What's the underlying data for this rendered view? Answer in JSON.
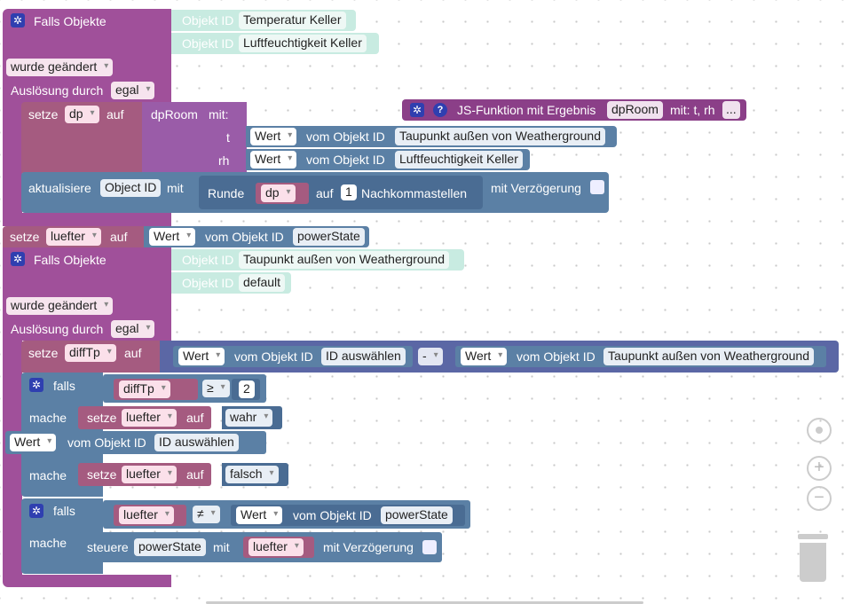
{
  "block1": {
    "header": "Falls Objekte",
    "obj_id_label": "Objekt ID",
    "object1": "Temperatur Keller",
    "object2": "Luftfeuchtigkeit Keller",
    "changed": "wurde geändert",
    "trigger_label": "Auslösung durch",
    "trigger_value": "egal",
    "set_label": "setze",
    "set_var": "dp",
    "to_label": "auf",
    "func_name": "dpRoom",
    "with_label": "mit:",
    "param_t": "t",
    "param_rh": "rh",
    "value_label": "Wert",
    "from_obj_label": "vom Objekt ID",
    "obj_t": "Taupunkt außen von Weatherground",
    "obj_rh": "Luftfeuchtigkeit Keller",
    "update_label": "aktualisiere",
    "update_obj": "Object ID",
    "with2": "mit",
    "round_label": "Runde",
    "round_var": "dp",
    "round_to": "auf",
    "round_digits": "1",
    "decimals_label": "Nachkommastellen",
    "delay_label": "mit Verzögerung"
  },
  "jsfunc": {
    "label": "JS-Funktion mit Ergebnis",
    "name": "dpRoom",
    "params": "mit: t, rh",
    "more": "..."
  },
  "top_set": {
    "set_label": "setze",
    "var": "luefter",
    "to": "auf",
    "value": "Wert",
    "from": "vom Objekt ID",
    "obj": "powerState"
  },
  "block2": {
    "header": "Falls Objekte",
    "obj_id_label": "Objekt ID",
    "object1": "Taupunkt außen von Weatherground",
    "object2": "default",
    "changed": "wurde geändert",
    "trigger_label": "Auslösung durch",
    "trigger_value": "egal",
    "set_label": "setze",
    "set_var": "diffTp",
    "to": "auf",
    "value": "Wert",
    "from": "vom Objekt ID",
    "obj_a": "ID auswählen",
    "op_minus": "-",
    "obj_b": "Taupunkt außen von Weatherground",
    "if_label": "falls",
    "cmp_var": "diffTp",
    "cmp_op": "≥",
    "cmp_num": "2",
    "do_label": "mache",
    "set_luefter": "luefter",
    "true_val": "wahr",
    "false_val": "falsch",
    "floating_value": "Wert",
    "floating_from": "vom Objekt ID",
    "floating_obj": "ID auswählen",
    "neq_op": "≠",
    "neq_obj": "powerState",
    "control_label": "steuere",
    "control_obj": "powerState",
    "control_with": "mit",
    "control_var": "luefter",
    "delay_label": "mit Verzögerung"
  }
}
